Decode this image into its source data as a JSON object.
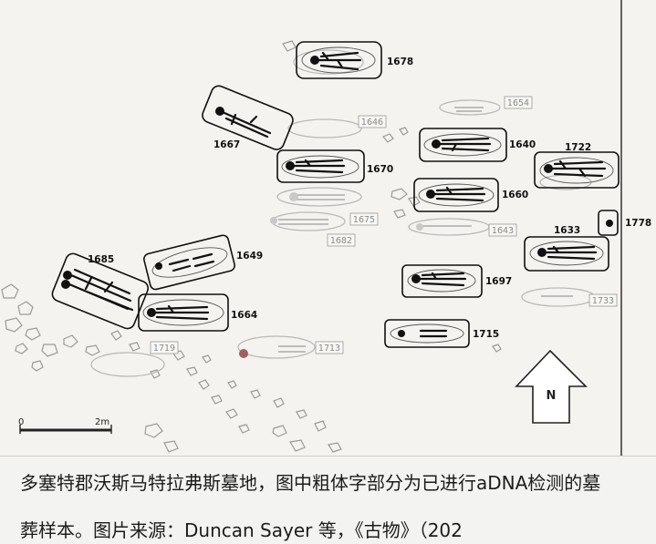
{
  "burials_sampled": [
    {
      "id": "1678"
    },
    {
      "id": "1667"
    },
    {
      "id": "1670"
    },
    {
      "id": "1640"
    },
    {
      "id": "1722"
    },
    {
      "id": "1660"
    },
    {
      "id": "1778"
    },
    {
      "id": "1633"
    },
    {
      "id": "1685"
    },
    {
      "id": "1649"
    },
    {
      "id": "1697"
    },
    {
      "id": "1664"
    },
    {
      "id": "1715"
    }
  ],
  "burials_other": [
    {
      "id": "1654"
    },
    {
      "id": "1646"
    },
    {
      "id": "1675"
    },
    {
      "id": "1682"
    },
    {
      "id": "1643"
    },
    {
      "id": "1733"
    },
    {
      "id": "1719"
    },
    {
      "id": "1713"
    }
  ],
  "north_label": "N",
  "scale": {
    "start": "0",
    "end": "2m"
  },
  "caption": {
    "line1": "多塞特郡沃斯马特拉弗斯墓地，图中粗体字部分为已进行aDNA检测的墓",
    "line2": "葬样本。图片来源：Duncan Sayer 等，《古物》（202"
  },
  "colors": {
    "ink": "#111111",
    "faint": "#b9b9b9",
    "background": "#f4f3ef"
  }
}
